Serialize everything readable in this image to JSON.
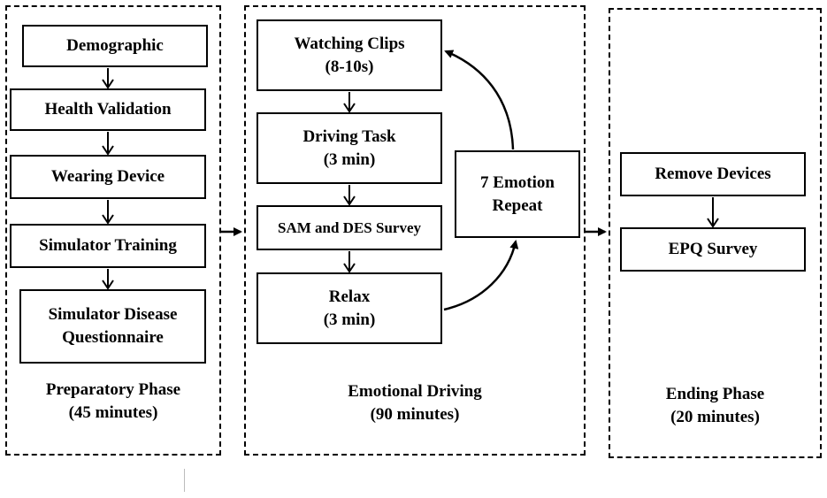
{
  "preparatory": {
    "steps": [
      "Demographic",
      "Health Validation",
      "Wearing Device",
      "Simulator Training"
    ],
    "last_step": [
      "Simulator Disease",
      "Questionnaire"
    ],
    "caption": [
      "Preparatory Phase",
      "(45 minutes)"
    ]
  },
  "emotional": {
    "clips": [
      "Watching Clips",
      "(8-10s)"
    ],
    "driving": [
      "Driving Task",
      "(3 min)"
    ],
    "survey": "SAM and DES Survey",
    "relax": [
      "Relax",
      "(3 min)"
    ],
    "repeat": [
      "7 Emotion",
      "Repeat"
    ],
    "caption": [
      "Emotional Driving",
      "(90 minutes)"
    ]
  },
  "ending": {
    "remove": "Remove Devices",
    "epq": "EPQ Survey",
    "caption": [
      "Ending Phase",
      "(20 minutes)"
    ]
  }
}
